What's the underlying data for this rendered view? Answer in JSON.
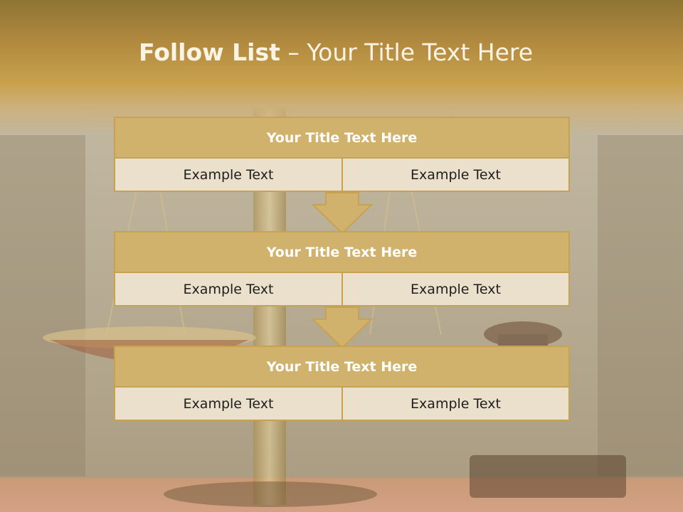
{
  "slide": {
    "title_bold": "Follow List",
    "title_rest": " – Your Title Text Here"
  },
  "stages": [
    {
      "title": "Your Title Text Here",
      "left": "Example Text",
      "right": "Example Text"
    },
    {
      "title": "Your Title Text Here",
      "left": "Example Text",
      "right": "Example Text"
    },
    {
      "title": "Your Title Text Here",
      "left": "Example Text",
      "right": "Example Text"
    }
  ],
  "colors": {
    "header_fill": "#d1b26c",
    "cell_fill": "#ebe0cb",
    "border": "#c7a252",
    "title_text": "#fbf4e4"
  }
}
